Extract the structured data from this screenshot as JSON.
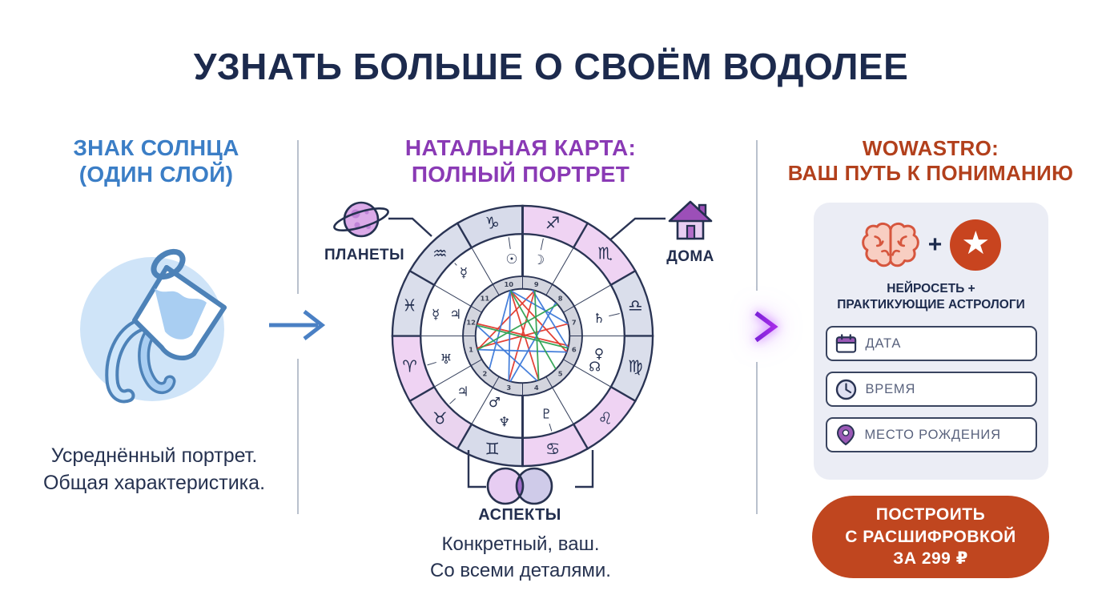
{
  "title": "УЗНАТЬ БОЛЬШЕ О СВОЁМ ВОДОЛЕЕ",
  "columns": {
    "sun": {
      "heading1": "ЗНАК СОЛНЦА",
      "heading2": "(ОДИН СЛОЙ)",
      "heading_color": "#3b7ec6",
      "icon": "aquarius-jug-icon",
      "desc1": "Усреднённый портрет.",
      "desc2": "Общая характеристика."
    },
    "natal": {
      "heading1": "НАТАЛЬНАЯ КАРТА:",
      "heading2": "ПОЛНЫЙ ПОРТРЕТ",
      "heading_color": "#8a3ab5",
      "planets_label": "ПЛАНЕТЫ",
      "houses_label": "ДОМА",
      "aspects_label": "АСПЕКТЫ",
      "desc1": "Конкретный, ваш.",
      "desc2": "Со всеми деталями.",
      "wheel": {
        "outline_color": "#2a3454",
        "gray_ring_color": "#d3d5de",
        "zodiac": [
          {
            "glyph": "♐",
            "color": "#efd3f3"
          },
          {
            "glyph": "♏",
            "color": "#efd3f3"
          },
          {
            "glyph": "♎",
            "color": "#dadeeb"
          },
          {
            "glyph": "♍",
            "color": "#dadeeb"
          },
          {
            "glyph": "♌",
            "color": "#efd3f3"
          },
          {
            "glyph": "♋",
            "color": "#efd3f3"
          },
          {
            "glyph": "♊",
            "color": "#d7dbea"
          },
          {
            "glyph": "♉",
            "color": "#ead4ef"
          },
          {
            "glyph": "♈",
            "color": "#efd3f3"
          },
          {
            "glyph": "♓",
            "color": "#dadeeb"
          },
          {
            "glyph": "♒",
            "color": "#dadeeb"
          },
          {
            "glyph": "♑",
            "color": "#d7dbea"
          }
        ],
        "houses": [
          "9",
          "8",
          "7",
          "6",
          "5",
          "4",
          "3",
          "2",
          "1",
          "12",
          "11",
          "10"
        ],
        "planets": [
          {
            "glyph": "☉",
            "angle": 352,
            "r": 99,
            "tick": true
          },
          {
            "glyph": "☽",
            "angle": 12,
            "r": 99,
            "tick": true
          },
          {
            "glyph": "♄",
            "angle": 77,
            "r": 100,
            "tick": true
          },
          {
            "glyph": "♀",
            "angle": 103,
            "r": 100,
            "tick": false
          },
          {
            "glyph": "☊",
            "angle": 113,
            "r": 100,
            "tick": false
          },
          {
            "glyph": "♇",
            "angle": 163,
            "r": 104,
            "tick": true
          },
          {
            "glyph": "♆",
            "angle": 192,
            "r": 112,
            "tick": false
          },
          {
            "glyph": "♂",
            "angle": 203,
            "r": 92,
            "tick": false
          },
          {
            "glyph": "♃",
            "angle": 227,
            "r": 104,
            "tick": true
          },
          {
            "glyph": "♅",
            "angle": 253,
            "r": 102,
            "tick": true
          },
          {
            "glyph": "☿",
            "angle": 284,
            "r": 114,
            "tick": false
          },
          {
            "glyph": "♃",
            "angle": 288,
            "r": 90,
            "tick": false
          },
          {
            "glyph": "☿",
            "angle": 317,
            "r": 110,
            "tick": true
          }
        ],
        "aspects": [
          {
            "color": "#e2382c",
            "pairs": [
              [
                345,
                160
              ],
              [
                345,
                110
              ],
              [
                15,
                197
              ],
              [
                15,
                253
              ],
              [
                102,
                285
              ],
              [
                75,
                255
              ]
            ]
          },
          {
            "color": "#3c79d9",
            "pairs": [
              [
                345,
                75
              ],
              [
                345,
                225
              ],
              [
                345,
                197
              ],
              [
                12,
                105
              ],
              [
                283,
                162
              ],
              [
                253,
                110
              ],
              [
                195,
                45
              ]
            ]
          },
          {
            "color": "#2fa152",
            "pairs": [
              [
                345,
                135
              ],
              [
                15,
                160
              ],
              [
                283,
                105
              ],
              [
                253,
                48
              ]
            ]
          }
        ]
      }
    },
    "wow": {
      "heading1": "WOWASTRO:",
      "heading2": "ВАШ ПУТЬ К ПОНИМАНИЮ",
      "heading_color": "#b2401c",
      "card": {
        "plus": "+",
        "subtitle1": "НЕЙРОСЕТЬ +",
        "subtitle2": "ПРАКТИКУЮЩИЕ АСТРОЛОГИ",
        "star_glyph": "★",
        "fields": [
          {
            "icon": "calendar-icon",
            "label": "ДАТА"
          },
          {
            "icon": "clock-icon",
            "label": "ВРЕМЯ"
          },
          {
            "icon": "location-pin-icon",
            "label": "МЕСТО РОЖДЕНИЯ"
          }
        ]
      },
      "cta": {
        "line1": "ПОСТРОИТЬ",
        "line2": "С РАСШИФРОВКОЙ",
        "line3": "ЗА 299 ₽",
        "bg": "#c0461f"
      }
    }
  }
}
